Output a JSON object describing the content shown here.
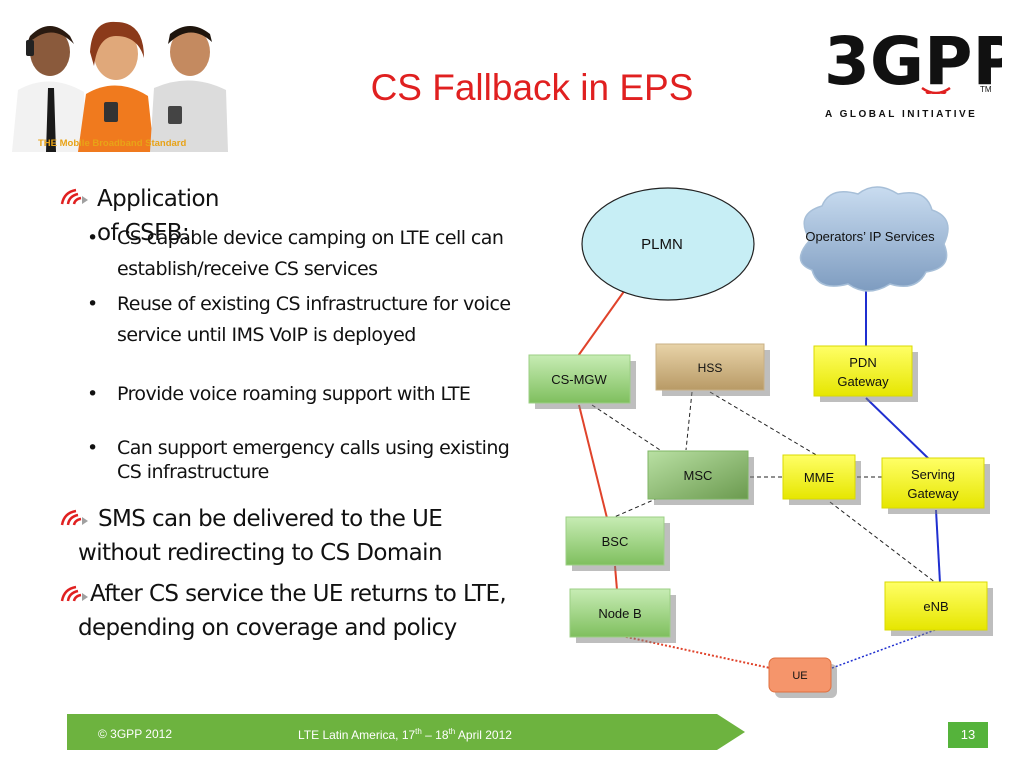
{
  "header": {
    "tagline": "THE Mobile Broadband Standard",
    "title": "CS Fallback in EPS",
    "logo_text": "3GPP",
    "logo_tm": "TM",
    "logo_subtitle": "A GLOBAL INITIATIVE"
  },
  "content": {
    "point1": "Application of CSFB:",
    "sub1": "CS capable device camping on LTE cell can establish/receive CS services",
    "sub2": "Reuse of existing CS infrastructure for voice service until IMS VoIP is deployed",
    "sub3": "Provide voice roaming support with LTE",
    "sub4": "Can support emergency calls using existing CS infrastructure",
    "point2": "SMS can be delivered to the UE without redirecting to CS Domain",
    "point3": "After CS service the UE returns to LTE, depending on coverage and policy"
  },
  "diagram": {
    "plmn": "PLMN",
    "ip_services": "Operators’ IP Services",
    "cs_mgw": "CS-MGW",
    "hss": "HSS",
    "pdn_gw_1": "PDN",
    "pdn_gw_2": "Gateway",
    "msc": "MSC",
    "mme": "MME",
    "serving_gw_1": "Serving",
    "serving_gw_2": "Gateway",
    "bsc": "BSC",
    "node_b": "Node B",
    "enb": "eNB",
    "ue": "UE"
  },
  "footer": {
    "copyright": "© 3GPP 2012",
    "event_prefix": "LTE Latin America, 17",
    "event_sup1": "th",
    "event_mid": " – 18",
    "event_sup2": "th",
    "event_suffix": " April 2012",
    "page": "13"
  },
  "colors": {
    "title": "#e02020",
    "footer_green": "#6db33f",
    "node_green": "#8cc970",
    "node_yellow": "#f2f200",
    "ue_orange": "#f5956b",
    "cs_line": "#e0432b",
    "eps_line": "#1f2fd0"
  }
}
